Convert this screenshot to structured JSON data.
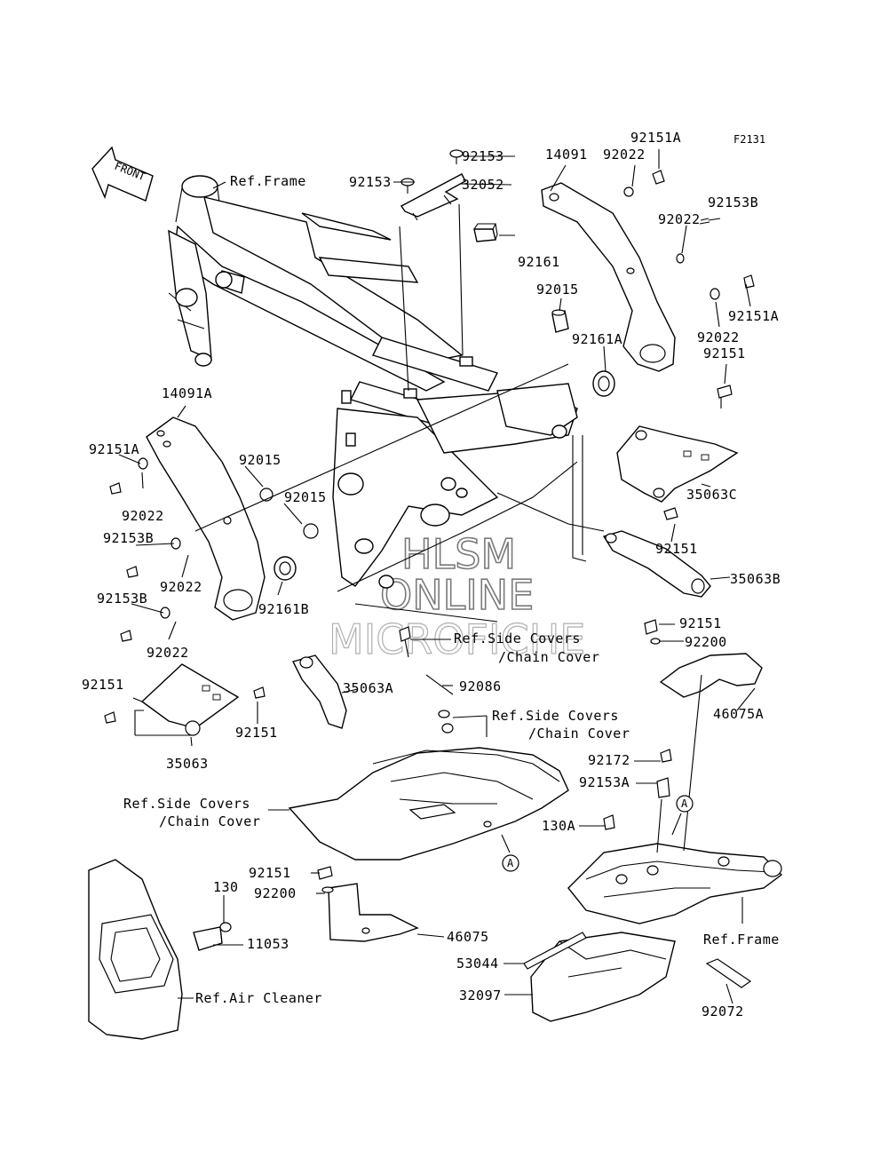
{
  "figure_code": "F2131",
  "front_arrow_label": "FRONT",
  "watermark": {
    "line1": "HLSM",
    "line2": "ONLINE",
    "line3": "MICROFICHE"
  },
  "callouts": {
    "c_92153_top": "92153",
    "c_92153_left": "92153",
    "c_32052": "32052",
    "c_92161_top": "92161",
    "c_ref_frame_top": "Ref.Frame",
    "c_14091": "14091",
    "c_92022_a": "92022",
    "c_92151A_top": "92151A",
    "c_92153B_r": "92153B",
    "c_92022_b": "92022",
    "c_92151A_r": "92151A",
    "c_92022_c": "92022",
    "c_92015_top": "92015",
    "c_92161A": "92161A",
    "c_92151_r1": "92151",
    "c_35063C": "35063C",
    "c_14091A": "14091A",
    "c_92151A_l": "92151A",
    "c_92022_l1": "92022",
    "c_92015_l1": "92015",
    "c_92015_l2": "92015",
    "c_92153B_l1": "92153B",
    "c_92022_l2": "92022",
    "c_92161B": "92161B",
    "c_92153B_l2": "92153B",
    "c_92022_l3": "92022",
    "c_92151_r2": "92151",
    "c_35063B": "35063B",
    "c_92151_r3": "92151",
    "c_92200_r": "92200",
    "c_ref_side_1a": "Ref.Side Covers",
    "c_ref_side_1b": "/Chain Cover",
    "c_92086": "92086",
    "c_46075A": "46075A",
    "c_ref_side_2a": "Ref.Side Covers",
    "c_ref_side_2b": "/Chain Cover",
    "c_92151_l": "92151",
    "c_35063A": "35063A",
    "c_92151_m": "92151",
    "c_35063": "35063",
    "c_92172": "92172",
    "c_92153A": "92153A",
    "c_ref_side_3a": "Ref.Side Covers",
    "c_ref_side_3b": "/Chain Cover",
    "c_130A": "130A",
    "c_A_1": "A",
    "c_A_2": "A",
    "c_92151_b": "92151",
    "c_92200_b": "92200",
    "c_130": "130",
    "c_11053": "11053",
    "c_46075": "46075",
    "c_ref_frame_b": "Ref.Frame",
    "c_53044": "53044",
    "c_32097": "32097",
    "c_ref_air": "Ref.Air Cleaner",
    "c_92072": "92072"
  }
}
